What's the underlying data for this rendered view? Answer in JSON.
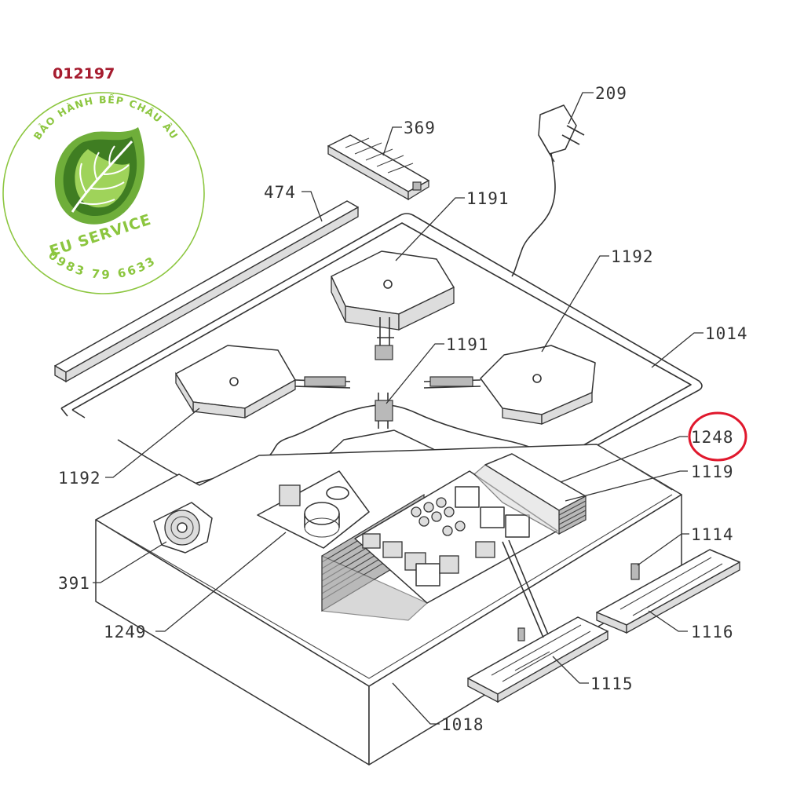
{
  "document_code": "012197",
  "logo": {
    "ring_text": "BẢO HÀNH BẾP CHÂU ÂU",
    "brand": "EU SERVICE",
    "phone": "0983 79 6633",
    "color": "#8cc63f",
    "leaf_color": "#6fae3a",
    "leaf_dark": "#3f7d22"
  },
  "highlight_color": "#e0182d",
  "parts": {
    "p209": "209",
    "p369": "369",
    "p474": "474",
    "p1191_top": "1191",
    "p1192_right": "1192",
    "p1014": "1014",
    "p1191_mid": "1191",
    "p1248": "1248",
    "p1119": "1119",
    "p1192_left": "1192",
    "p1114": "1114",
    "p391": "391",
    "p1116": "1116",
    "p1249": "1249",
    "p1115": "1115",
    "p1018": "1018"
  }
}
